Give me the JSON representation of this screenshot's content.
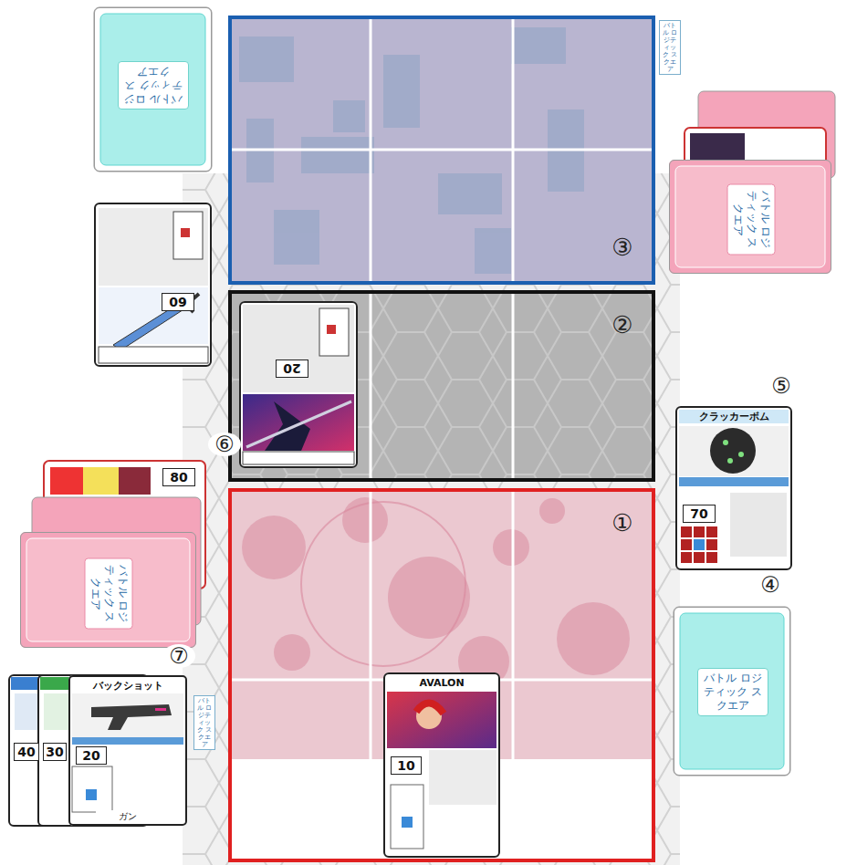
{
  "diagram": {
    "nodes": [
      {
        "text": [
          "バトル ロジティック スクエア"
        ]
      },
      {
        "text": [
          "③"
        ]
      },
      {
        "text": [
          "バトル ロジティック スクエア"
        ]
      },
      {
        "text": [
          "60"
        ]
      },
      {
        "text": [
          "②"
        ]
      },
      {
        "text": [
          "20"
        ],
        "in": 4
      },
      {
        "text": [
          "クラッカーボム",
          "70"
        ]
      },
      {
        "text": [
          "80"
        ]
      },
      {
        "text": [
          "バトル ロジティック スクエア"
        ]
      },
      {
        "text": [
          "①"
        ]
      },
      {
        "text": [
          "バトル ロジティック スクエア"
        ]
      },
      {
        "text": [
          "40"
        ]
      },
      {
        "text": [
          "30"
        ]
      },
      {
        "text": [
          "バックショット",
          "20",
          "ガン"
        ]
      },
      {
        "text": [
          "AVALON",
          "10"
        ],
        "in": 9
      }
    ],
    "labels": [
      "バトル ロジティック スクエア",
      "⑤",
      "④",
      "⑥",
      "⑦",
      "バトル ロジティック スクエア"
    ]
  }
}
